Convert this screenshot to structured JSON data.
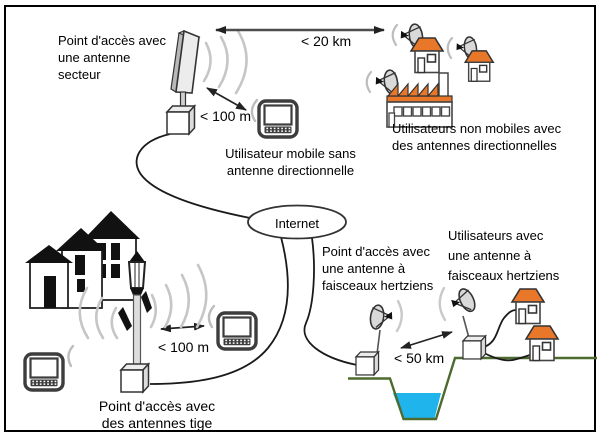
{
  "diagram": {
    "internet": "Internet",
    "labels": {
      "ap_sector": "Point d'accès avec\nune antenne\nsecteur",
      "distance_20km": "< 20 km",
      "distance_100m_top": "< 100 m",
      "mobile_user": "Utilisateur mobile sans\nantenne directionnelle",
      "fixed_users": "Utilisateurs non mobiles avec\ndes antennes directionnelles",
      "ap_hertzien": "Point d'accès avec\nune antenne à\nfaisceaux hertziens",
      "users_hertzien": "Utilisateurs avec\nune antenne à\nfaisceaux hertziens",
      "distance_50km": "< 50 km",
      "distance_100m_bottom": "< 100 m",
      "ap_rod": "Point d'accès avec\ndes antennes tige"
    },
    "colors": {
      "roof_orange": "#E8772A",
      "water_blue": "#1FB4EC",
      "ground_green": "#4E6B2F",
      "wave_gray": "#C6C6C6",
      "outline": "#333333"
    }
  }
}
